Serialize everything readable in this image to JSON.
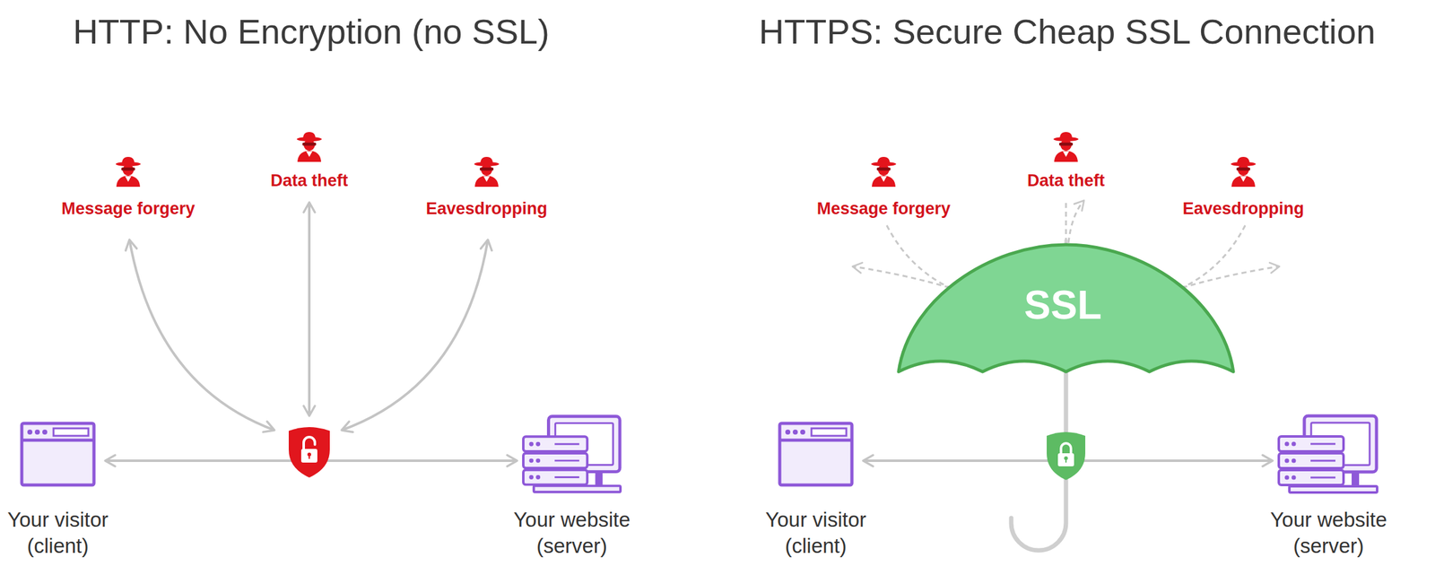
{
  "diagram": {
    "nodes": [
      {
        "text": [
          "Message forgery"
        ]
      },
      {
        "text": [
          "Data theft"
        ]
      },
      {
        "text": [
          "Eavesdropping"
        ]
      },
      {
        "text": [
          "Your visitor (client)"
        ]
      },
      {
        "text": [
          "Your website (server)"
        ]
      },
      {
        "text": [
          "Message forgery"
        ]
      },
      {
        "text": [
          "Data theft"
        ]
      },
      {
        "text": [
          "Eavesdropping"
        ]
      },
      {
        "text": [
          "SSL"
        ]
      },
      {
        "text": [
          "Your visitor (client)"
        ]
      },
      {
        "text": [
          "Your website (server)"
        ]
      }
    ],
    "edges": [
      {
        "from": 3,
        "to": 4,
        "arrow": "both"
      },
      {
        "from": 9,
        "to": 10,
        "arrow": "both"
      }
    ],
    "labels": [
      "HTTP: No Encryption (no SSL)",
      "HTTPS: Secure Cheap SSL Connection"
    ]
  }
}
